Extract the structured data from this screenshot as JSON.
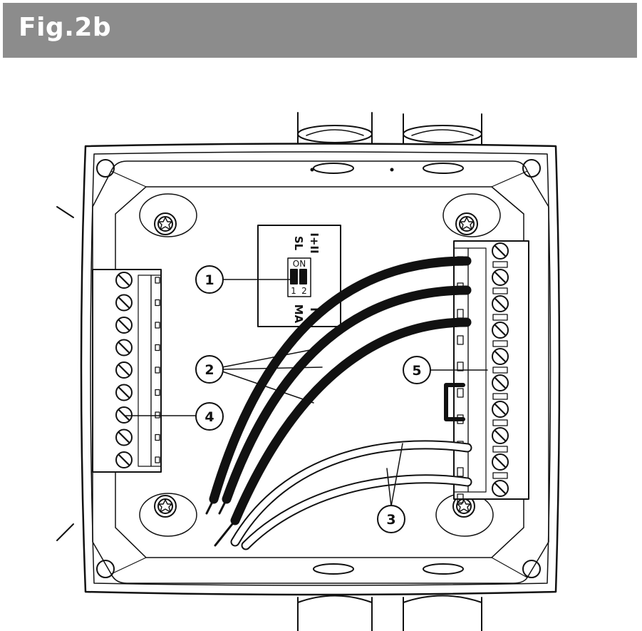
{
  "figure": {
    "title": "Fig.2b"
  },
  "switch": {
    "top_left": "SL",
    "top_right": "I+II",
    "on_label": "ON",
    "num_1": "1",
    "num_2": "2",
    "bottom_left": "MA",
    "bottom_right": "I"
  },
  "callouts": [
    {
      "label": "1"
    },
    {
      "label": "2"
    },
    {
      "label": "3"
    },
    {
      "label": "4"
    },
    {
      "label": "5"
    }
  ],
  "left_terminal": {
    "screw_count": 9
  },
  "right_terminal": {
    "screw_count": 10
  },
  "cables": {
    "black_count": 3,
    "white_count": 2
  }
}
